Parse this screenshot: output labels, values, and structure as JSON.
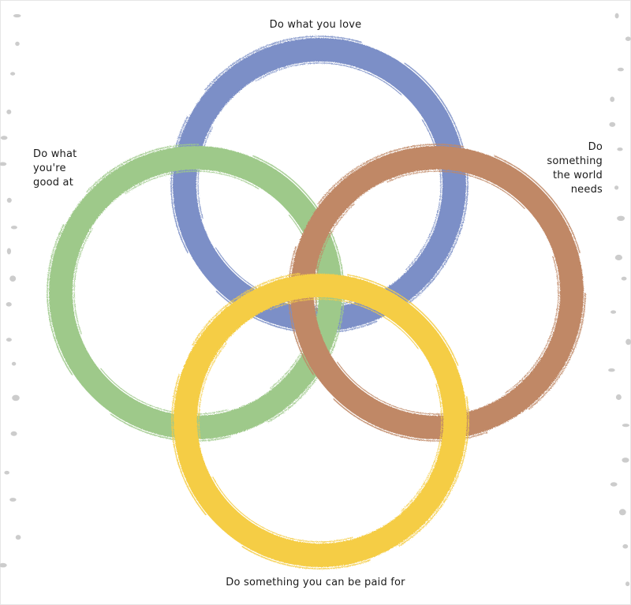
{
  "colors": {
    "love": "#7b8fc7",
    "good": "#9ec98a",
    "world": "#c08866",
    "paid": "#f5cd45",
    "background": "#ffffff",
    "speckle": "#cccccc"
  },
  "labels": {
    "top": "Do what you love",
    "bottom": "Do something you can be paid for",
    "left": [
      "Do what",
      "you're",
      "good at"
    ],
    "right": [
      "Do",
      "something",
      "the world",
      "needs"
    ]
  }
}
